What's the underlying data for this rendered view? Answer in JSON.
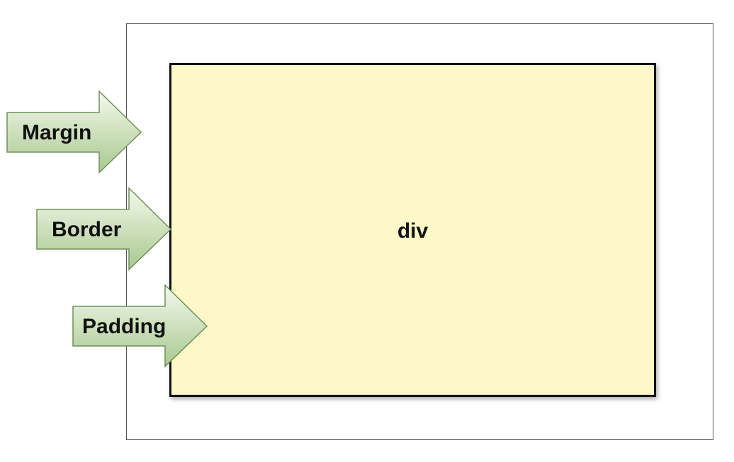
{
  "arrows": {
    "margin_label": "Margin",
    "border_label": "Border",
    "padding_label": "Padding"
  },
  "box": {
    "content_label": "div"
  },
  "colors": {
    "content_fill": "#fdf8c8",
    "arrow_fill_light": "#f4f9ec",
    "arrow_fill_dark": "#a8c890",
    "arrow_stroke": "#6f8f5a"
  }
}
